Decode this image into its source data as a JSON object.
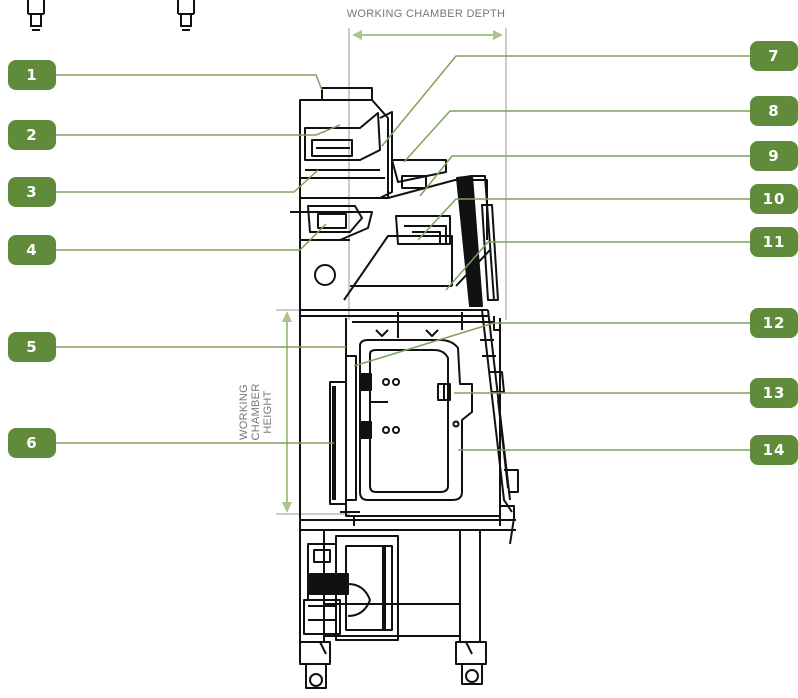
{
  "colors": {
    "badge": "#5f8b3a",
    "line": "#7ea25b",
    "dimension": "#a9c58a",
    "drawing": "#111111"
  },
  "dimensions": {
    "depth_label": "WORKING CHAMBER DEPTH",
    "height_label_lines": [
      "WORKING",
      "CHAMBER",
      "HEIGHT"
    ]
  },
  "callouts_left": [
    {
      "number": "1"
    },
    {
      "number": "2"
    },
    {
      "number": "3"
    },
    {
      "number": "4"
    },
    {
      "number": "5"
    },
    {
      "number": "6"
    }
  ],
  "callouts_right": [
    {
      "number": "7"
    },
    {
      "number": "8"
    },
    {
      "number": "9"
    },
    {
      "number": "10"
    },
    {
      "number": "11"
    },
    {
      "number": "12"
    },
    {
      "number": "13"
    },
    {
      "number": "14"
    }
  ]
}
